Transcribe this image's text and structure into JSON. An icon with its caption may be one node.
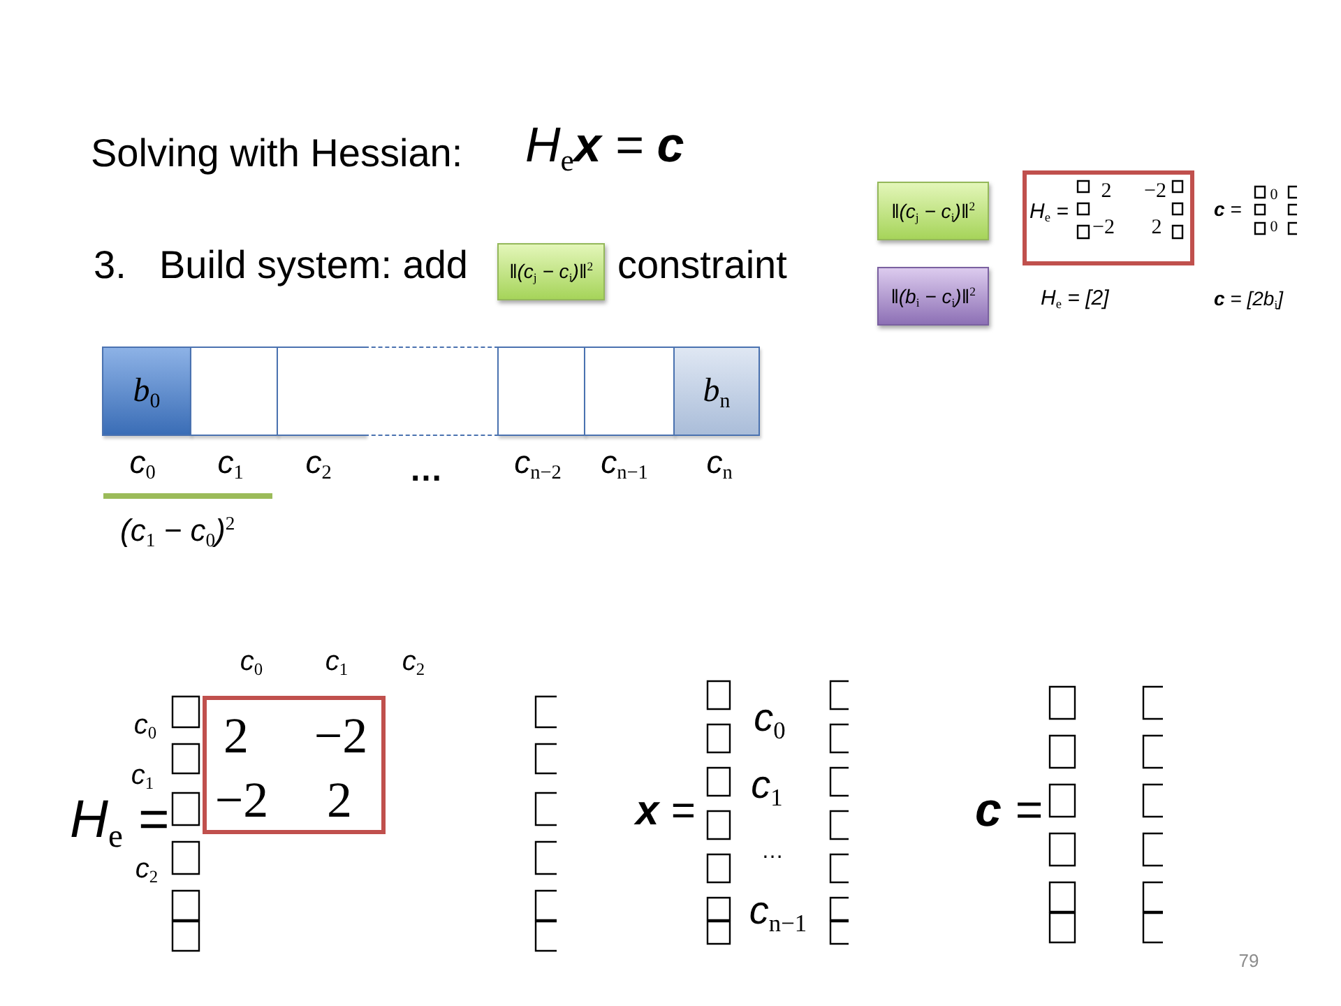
{
  "diagram": {
    "title": "Solving with Hessian:",
    "nodes": [
      {
        "text": [
          "‖(c$_{j}$ − c$_{i}$)‖$^{2}$"
        ]
      },
      {
        "text": [
          "‖(c$_{j}$ − c$_{i}$)‖$^{2}$"
        ]
      },
      {
        "text": [
          "H$_{e}$ =",
          "2",
          "−2",
          "−2",
          "2"
        ]
      },
      {
        "text": [
          "‖(b$_{i}$ − c$_{i}$)‖$^{2}$"
        ]
      },
      {
        "text": [
          "b$_{0}$"
        ]
      },
      {
        "text": [],
        "shape": "box"
      },
      {
        "text": [],
        "shape": "box"
      },
      {
        "text": [],
        "shape": "box"
      },
      {
        "text": [],
        "shape": "box"
      },
      {
        "text": [],
        "shape": "box"
      },
      {
        "text": [
          "b$_{n}$"
        ]
      },
      {
        "text": [
          "2",
          "−2",
          "−2",
          "2"
        ]
      }
    ],
    "labels": [
      "H$_{e}$**x** = **c**",
      "3.",
      "Build system: add",
      "constraint",
      "**c** =",
      "0",
      "0",
      "H$_{e}$ = [2]",
      "**c** = [2b$_{i}$]",
      "c$_{0}$",
      "c$_{1}$",
      "c$_{2}$",
      "…",
      "c$_{n−2}$",
      "c$_{n−1}$",
      "c$_{n}$",
      "(c$_{1}$ − c$_{0}$)$^{2}$",
      "c$_{0}$",
      "c$_{1}$",
      "c$_{2}$",
      "c$_{0}$",
      "c$_{1}$",
      "c$_{2}$",
      "H$_{e}$ =",
      "**x** =",
      "c$_{0}$",
      "c$_{1}$",
      "…",
      "c$_{n−1}$",
      "**c** =",
      "79"
    ]
  }
}
